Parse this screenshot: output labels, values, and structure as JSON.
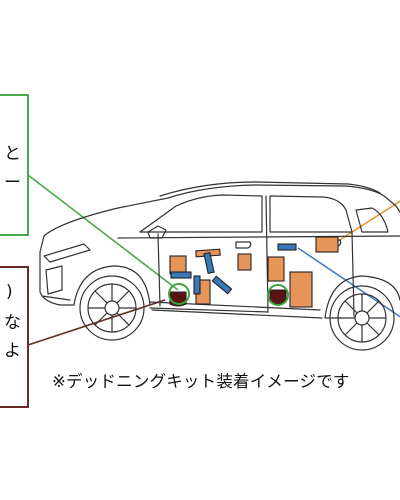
{
  "caption": "※デッドニングキット装着イメージです",
  "callouts": {
    "green": {
      "lines": [
        "と",
        "ー"
      ],
      "color": "#4aa84a"
    },
    "maroon": {
      "lines": [
        ")",
        "な",
        "よ"
      ],
      "color": "#6b2a2a"
    },
    "orange": {
      "color": "#e8952e"
    },
    "blue": {
      "color": "#4a7fc1"
    }
  },
  "pad_colors": {
    "orange": "#e8955a",
    "blue": "#3b78b8",
    "dark": "#5a1414",
    "ring": "#3da63d"
  }
}
